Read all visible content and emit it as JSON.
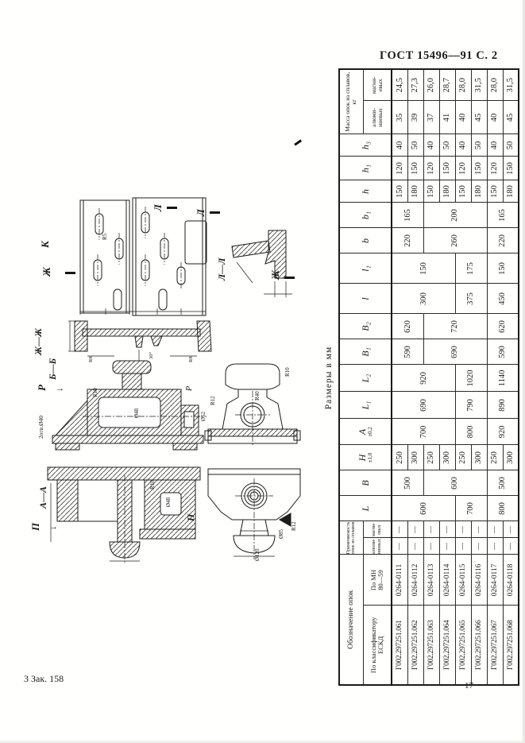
{
  "page": {
    "header_right": "ГОСТ 15496—91 С. 2",
    "footer_left": "3 Зак. 158",
    "page_number": "17"
  },
  "table": {
    "title": "Размеры в мм",
    "groups": {
      "designation": "Обозначение опок",
      "applicability": "Применяемость опок из сплавов",
      "mass": "Масса опок из сплавов, кг"
    },
    "subheaders": {
      "eskd": "По классификатору\nЕСКД",
      "mn": "По МН\n80—59",
      "alum": "алюми-\nниевых",
      "magn": "магни-\nевых"
    },
    "dims": [
      {
        "s": "L",
        "t": ""
      },
      {
        "s": "B",
        "t": ""
      },
      {
        "s": "H",
        "t": "±1,0"
      },
      {
        "s": "A",
        "t": "±0,2"
      },
      {
        "s": "L₁",
        "t": ""
      },
      {
        "s": "L₂",
        "t": ""
      },
      {
        "s": "B₁",
        "t": ""
      },
      {
        "s": "B₂",
        "t": ""
      },
      {
        "s": "l",
        "t": ""
      },
      {
        "s": "l₁",
        "t": ""
      },
      {
        "s": "b",
        "t": ""
      },
      {
        "s": "b₁",
        "t": ""
      },
      {
        "s": "h",
        "t": ""
      },
      {
        "s": "h₁",
        "t": ""
      },
      {
        "s": "h₃",
        "t": ""
      }
    ],
    "columns": [
      {
        "key": "eskd",
        "cls": "c-eskd",
        "runs": [
          {
            "v": "Г002.297251.061",
            "n": 1
          },
          {
            "v": "Г002.297251.062",
            "n": 1
          },
          {
            "v": "Г002.297251.063",
            "n": 1
          },
          {
            "v": "Г002.297251.064",
            "n": 1
          },
          {
            "v": "Г002.297251.065",
            "n": 1
          },
          {
            "v": "Г002.297251.066",
            "n": 1
          },
          {
            "v": "Г002.297251.067",
            "n": 1
          },
          {
            "v": "Г002.297251.068",
            "n": 1
          }
        ]
      },
      {
        "key": "mn",
        "cls": "c-mn",
        "runs": [
          {
            "v": "0264-0111",
            "n": 1
          },
          {
            "v": "0264-0112",
            "n": 1
          },
          {
            "v": "0264-0113",
            "n": 1
          },
          {
            "v": "0264-0114",
            "n": 1
          },
          {
            "v": "0264-0115",
            "n": 1
          },
          {
            "v": "0264-0116",
            "n": 1
          },
          {
            "v": "0264-0117",
            "n": 1
          },
          {
            "v": "0264-0118",
            "n": 1
          }
        ]
      },
      {
        "key": "app-alum",
        "cls": "c-app",
        "runs": [
          {
            "v": "—",
            "n": 1
          },
          {
            "v": "—",
            "n": 1
          },
          {
            "v": "—",
            "n": 1
          },
          {
            "v": "—",
            "n": 1
          },
          {
            "v": "—",
            "n": 1
          },
          {
            "v": "—",
            "n": 1
          },
          {
            "v": "—",
            "n": 1
          },
          {
            "v": "—",
            "n": 1
          }
        ]
      },
      {
        "key": "app-magn",
        "cls": "c-app",
        "runs": [
          {
            "v": "—",
            "n": 1
          },
          {
            "v": "—",
            "n": 1
          },
          {
            "v": "—",
            "n": 1
          },
          {
            "v": "—",
            "n": 1
          },
          {
            "v": "—",
            "n": 1
          },
          {
            "v": "—",
            "n": 1
          },
          {
            "v": "—",
            "n": 1
          },
          {
            "v": "—",
            "n": 1
          }
        ]
      },
      {
        "key": "L",
        "runs": [
          {
            "v": "600",
            "n": 4
          },
          {
            "v": "700",
            "n": 2
          },
          {
            "v": "800",
            "n": 2
          }
        ]
      },
      {
        "key": "B",
        "runs": [
          {
            "v": "500",
            "n": 2
          },
          {
            "v": "600",
            "n": 4
          },
          {
            "v": "500",
            "n": 2
          }
        ]
      },
      {
        "key": "H",
        "runs": [
          {
            "v": "250",
            "n": 1
          },
          {
            "v": "300",
            "n": 1
          },
          {
            "v": "250",
            "n": 1
          },
          {
            "v": "300",
            "n": 1
          },
          {
            "v": "250",
            "n": 1
          },
          {
            "v": "300",
            "n": 1
          },
          {
            "v": "250",
            "n": 1
          },
          {
            "v": "300",
            "n": 1
          }
        ]
      },
      {
        "key": "A",
        "runs": [
          {
            "v": "700",
            "n": 4
          },
          {
            "v": "800",
            "n": 2
          },
          {
            "v": "920",
            "n": 2
          }
        ]
      },
      {
        "key": "L1",
        "runs": [
          {
            "v": "690",
            "n": 4
          },
          {
            "v": "790",
            "n": 2
          },
          {
            "v": "890",
            "n": 2
          }
        ]
      },
      {
        "key": "L2",
        "runs": [
          {
            "v": "920",
            "n": 4
          },
          {
            "v": "1020",
            "n": 2
          },
          {
            "v": "1140",
            "n": 2
          }
        ]
      },
      {
        "key": "B1",
        "runs": [
          {
            "v": "590",
            "n": 2
          },
          {
            "v": "690",
            "n": 4
          },
          {
            "v": "590",
            "n": 2
          }
        ]
      },
      {
        "key": "B2",
        "runs": [
          {
            "v": "620",
            "n": 2
          },
          {
            "v": "720",
            "n": 4
          },
          {
            "v": "620",
            "n": 2
          }
        ]
      },
      {
        "key": "l",
        "runs": [
          {
            "v": "300",
            "n": 4
          },
          {
            "v": "375",
            "n": 2
          },
          {
            "v": "450",
            "n": 2
          }
        ]
      },
      {
        "key": "l1",
        "runs": [
          {
            "v": "150",
            "n": 4
          },
          {
            "v": "175",
            "n": 2
          },
          {
            "v": "150",
            "n": 2
          }
        ]
      },
      {
        "key": "b",
        "runs": [
          {
            "v": "220",
            "n": 2
          },
          {
            "v": "260",
            "n": 4
          },
          {
            "v": "220",
            "n": 2
          }
        ]
      },
      {
        "key": "b1",
        "runs": [
          {
            "v": "165",
            "n": 2
          },
          {
            "v": "200",
            "n": 4
          },
          {
            "v": "165",
            "n": 2
          }
        ]
      },
      {
        "key": "h",
        "runs": [
          {
            "v": "150",
            "n": 1
          },
          {
            "v": "180",
            "n": 1
          },
          {
            "v": "150",
            "n": 1
          },
          {
            "v": "180",
            "n": 1
          },
          {
            "v": "150",
            "n": 1
          },
          {
            "v": "180",
            "n": 1
          },
          {
            "v": "150",
            "n": 1
          },
          {
            "v": "180",
            "n": 1
          }
        ]
      },
      {
        "key": "h1",
        "runs": [
          {
            "v": "120",
            "n": 1
          },
          {
            "v": "150",
            "n": 1
          },
          {
            "v": "120",
            "n": 1
          },
          {
            "v": "150",
            "n": 1
          },
          {
            "v": "120",
            "n": 1
          },
          {
            "v": "150",
            "n": 1
          },
          {
            "v": "120",
            "n": 1
          },
          {
            "v": "150",
            "n": 1
          }
        ]
      },
      {
        "key": "h3",
        "runs": [
          {
            "v": "40",
            "n": 1
          },
          {
            "v": "50",
            "n": 1
          },
          {
            "v": "40",
            "n": 1
          },
          {
            "v": "50",
            "n": 1
          },
          {
            "v": "40",
            "n": 1
          },
          {
            "v": "50",
            "n": 1
          },
          {
            "v": "40",
            "n": 1
          },
          {
            "v": "50",
            "n": 1
          }
        ]
      },
      {
        "key": "mass-alum",
        "runs": [
          {
            "v": "35",
            "n": 1
          },
          {
            "v": "39",
            "n": 1
          },
          {
            "v": "37",
            "n": 1
          },
          {
            "v": "41",
            "n": 1
          },
          {
            "v": "40",
            "n": 1
          },
          {
            "v": "45",
            "n": 1
          },
          {
            "v": "40",
            "n": 1
          },
          {
            "v": "45",
            "n": 1
          }
        ]
      },
      {
        "key": "mass-magn",
        "runs": [
          {
            "v": "24,5",
            "n": 1
          },
          {
            "v": "27,3",
            "n": 1
          },
          {
            "v": "26,0",
            "n": 1
          },
          {
            "v": "28,7",
            "n": 1
          },
          {
            "v": "28,0",
            "n": 1
          },
          {
            "v": "31,5",
            "n": 1
          },
          {
            "v": "28,0",
            "n": 1
          },
          {
            "v": "31,5",
            "n": 1
          }
        ]
      }
    ]
  },
  "drawings": {
    "view_k": "К",
    "section_zh": "Ж",
    "section_l": "Л",
    "section_zhzh": "Ж—Ж",
    "section_ll": "Л—Л",
    "section_bb": "Б—Б",
    "section_aa": "А—А",
    "view_p": "П",
    "view_r": "Р",
    "note_two_holes": "2отв.Ø40",
    "dims": {
      "r5": "R5",
      "r8": "R8",
      "deg30": "30°",
      "d48": "Ø48",
      "d52": "Ø52",
      "r10": "R10",
      "r12": "R12",
      "r40": "R40",
      "d85": "Ø85",
      "d120": "Ø120"
    }
  }
}
